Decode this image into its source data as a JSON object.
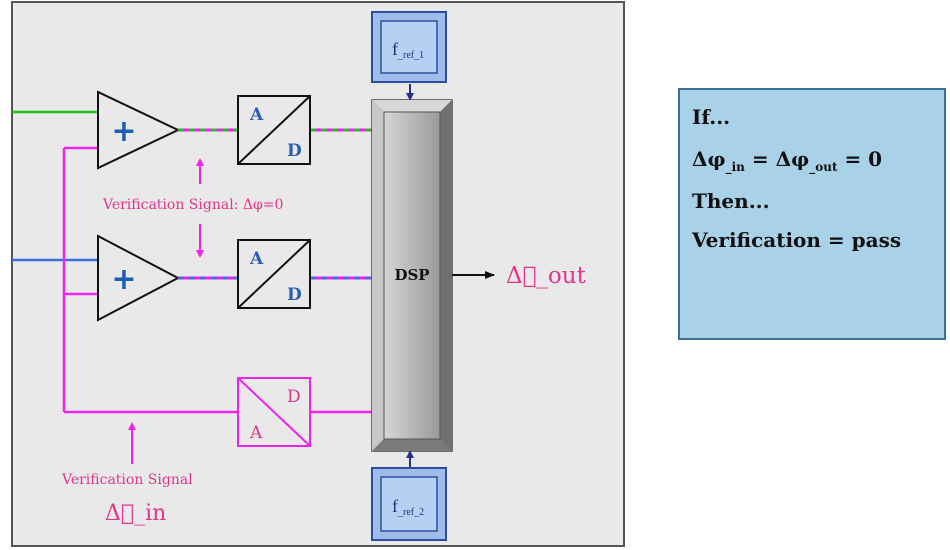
{
  "diagram": {
    "ref_top": {
      "main": "f",
      "sub": "_ref_1"
    },
    "ref_bottom": {
      "main": "f",
      "sub": "_ref_2"
    },
    "adder_symbol": "+",
    "adc_top": {
      "a": "A",
      "d": "D"
    },
    "adc_mid": {
      "a": "A",
      "d": "D"
    },
    "dac_bottom": {
      "d": "D",
      "a": "A"
    },
    "dsp_label": "DSP",
    "output_label": "Δ\u0000_out",
    "input_label": "Δ\u0000_in",
    "verification_signal_top": "Verification Signal: Δφ=0",
    "verification_signal_bottom": "Verification Signal",
    "colors": {
      "green": "#22c022",
      "blue": "#3b6fe0",
      "magenta": "#ee22ee",
      "label_pink": "#e0358a",
      "panel_bg": "#e9e9e9",
      "dsp_gray": "#b4b4b4",
      "ref_blue": "#9fbcea"
    }
  },
  "info_box": {
    "line1": "If...",
    "line2_prefix": "Δφ",
    "line2_sub1": "_in",
    "line2_mid": " = Δφ",
    "line2_sub2": "_out",
    "line2_suffix": " = 0",
    "line3": "Then...",
    "line4": "Verification = pass"
  }
}
